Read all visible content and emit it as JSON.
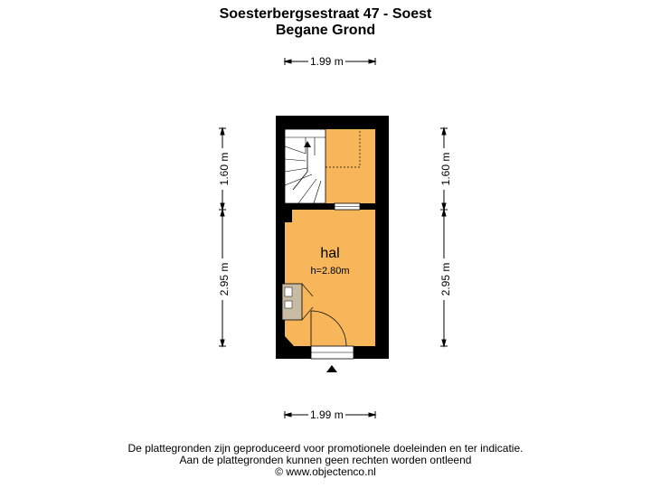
{
  "header": {
    "address": "Soesterbergsestraat 47 - Soest",
    "floor": "Begane Grond"
  },
  "dimensions": {
    "top_width": "1.99 m",
    "bottom_width": "1.99 m",
    "left_upper": "1.60 m",
    "left_lower": "2.95 m",
    "right_upper": "1.60 m",
    "right_lower": "2.95 m"
  },
  "rooms": [
    {
      "name": "hal",
      "height": "h=2.80m"
    }
  ],
  "colors": {
    "floor_fill": "#F7B65A",
    "wall": "#000000",
    "stair_fill": "#FFFFFF",
    "cabinet_fill": "#C8BBA4"
  },
  "footer": {
    "line1": "De plattegronden zijn geproduceerd voor promotionele doeleinden en ter indicatie.",
    "line2": "Aan de plattegronden kunnen geen rechten worden ontleend",
    "line3": "© www.objectenco.nl"
  }
}
